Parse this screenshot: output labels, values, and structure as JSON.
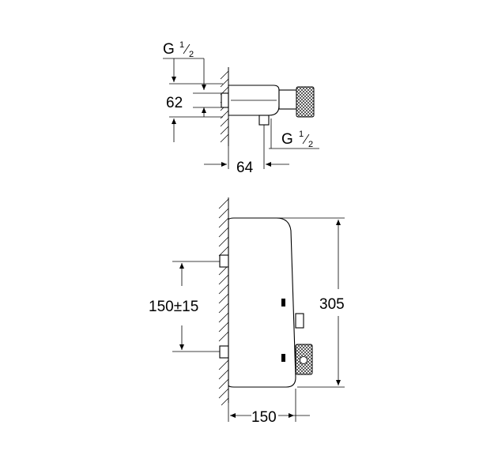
{
  "top_view": {
    "inlet_thread_top": {
      "base": "G",
      "num": "1",
      "den": "2"
    },
    "outlet_thread": {
      "base": "G",
      "num": "1",
      "den": "2"
    },
    "height_dim": "62",
    "depth_dim": "64"
  },
  "front_view": {
    "center_distance": "150±15",
    "height": "305",
    "width": "150"
  }
}
